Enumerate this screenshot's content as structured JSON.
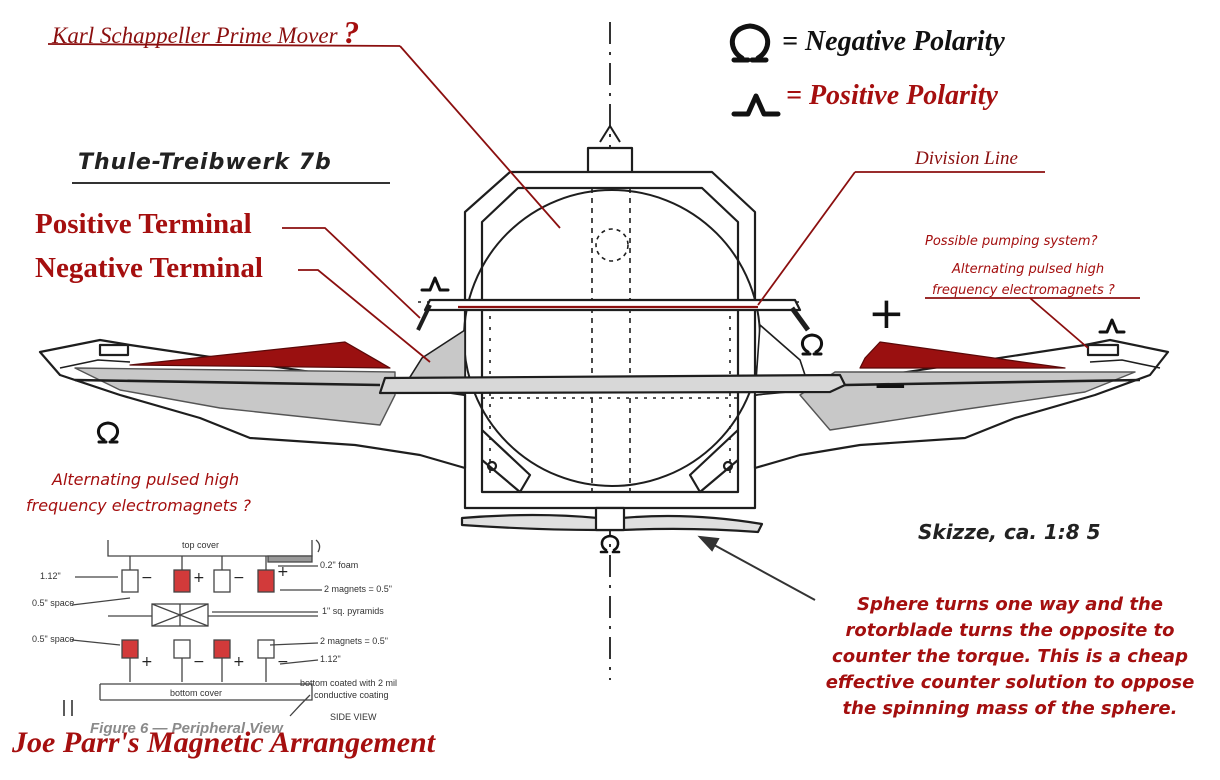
{
  "title": "Karl Schappeller Prime Mover",
  "title_mark": "?",
  "legend": {
    "negative": "= Negative Polarity",
    "positive": "= Positive Polarity"
  },
  "sketch_title": "Thule-Treibwerk 7b",
  "sketch_scale": "Skizze, ca. 1:8 5",
  "labels": {
    "positive_terminal": "Positive Terminal",
    "negative_terminal": "Negative Terminal",
    "division_line": "Division Line",
    "pumping": "Possible pumping system?",
    "electromagnets_right_1": "Alternating pulsed high",
    "electromagnets_right_2": "frequency electromagnets ?",
    "electromagnets_left_1": "Alternating pulsed high",
    "electromagnets_left_2": "frequency electromagnets ?",
    "plus": "+",
    "minus": "−"
  },
  "note": [
    "Sphere turns one way and the",
    "rotorblade turns the opposite to",
    "counter the torque. This is a cheap",
    "effective counter solution to oppose",
    "the spinning mass of the sphere."
  ],
  "inset": {
    "caption": "Joe Parr's Magnetic Arrangement",
    "top_cover": "top cover",
    "foam": "0.2\" foam",
    "dim_top": "1.12\"",
    "magnets_top": "2 magnets = 0.5\"",
    "space_top": "0.5\" space",
    "pyramids": "1\" sq. pyramids",
    "space_bottom": "0.5\" space",
    "magnets_bottom": "2 magnets = 0.5\"",
    "dim_bottom": "1.12\"",
    "bottom_cover": "bottom cover",
    "coating_1": "bottom coated with 2 mil",
    "coating_2": "conductive coating",
    "side_view": "SIDE VIEW",
    "figure": "Figure 6 — Peripheral View"
  },
  "colors": {
    "accent_red": "#8b0f0f",
    "fill_red": "#9a1010",
    "fill_gray": "#c8c8c8",
    "ink": "#1e1e1e"
  }
}
